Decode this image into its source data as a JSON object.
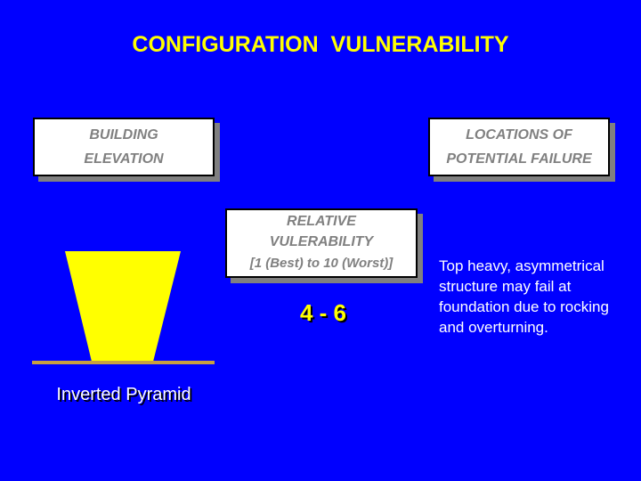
{
  "title": "CONFIGURATION  VULNERABILITY",
  "building_box": {
    "line1": "BUILDING",
    "line2": "ELEVATION"
  },
  "locations_box": {
    "line1": "LOCATIONS OF",
    "line2": "POTENTIAL FAILURE"
  },
  "relative_box": {
    "line1": "RELATIVE",
    "line2": "VULERABILITY",
    "line3": "[1 (Best) to 10 (Worst)]"
  },
  "rating": "4 - 6",
  "caption": "Inverted Pyramid",
  "description": "Top heavy, asymmetrical structure may fail at foundation due to rocking and overturning.",
  "colors": {
    "background": "#0000ff",
    "title": "#ffff00",
    "shape": "#ffff00",
    "ground": "#c8a040"
  }
}
